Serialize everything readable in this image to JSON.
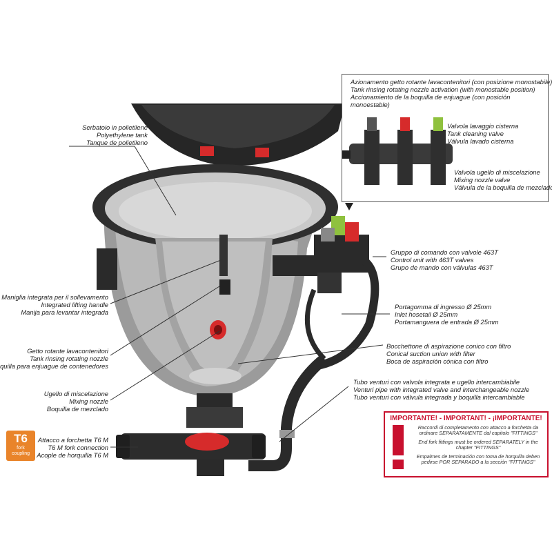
{
  "labels": {
    "tank": [
      "Serbatoio in polietilene",
      "Polyethylene tank",
      "Tanque de polietileno"
    ],
    "nozzle_activation": [
      "Azionamento getto rotante lavacontenitori (con posizione monostabile)",
      "Tank rinsing rotating nozzle activation (with monostable position)",
      "Accionamiento de la boquilla de enjuague (con posición",
      "monoestable)"
    ],
    "tank_cleaning_valve": [
      "Valvola lavaggio cisterna",
      "Tank cleaning valve",
      "Válvula lavado cisterna"
    ],
    "mixing_nozzle_valve": [
      "Valvola ugello di miscelazione",
      "Mixing nozzle valve",
      "Válvula de la boquilla de mezclado"
    ],
    "control_unit": [
      "Gruppo di comando con valvole 463T",
      "Control unit with 463T valves",
      "Grupo de mando con válvulas 463T"
    ],
    "lifting_handle": [
      "Maniglia integrata per il sollevamento",
      "Integrated lifting handle",
      "Manija para levantar integrada"
    ],
    "inlet_hosetail": [
      "Portagomma di ingresso Ø 25mm",
      "Inlet hosetail Ø 25mm",
      "Portamanguera de entrada Ø 25mm"
    ],
    "suction_union": [
      "Bocchettone di aspirazione conico con filtro",
      "Conical suction union with filter",
      "Boca de aspiración cónica con filtro"
    ],
    "rinsing_nozzle": [
      "Getto rotante lavacontenitori",
      "Tank rinsing rotating nozzle",
      "Boquilla para enjuague de contenedores"
    ],
    "venturi_pipe": [
      "Tubo venturi con valvola integrata e ugello intercambiabile",
      "Venturi pipe with integrated valve and interchangeable nozzle",
      "Tubo venturi con válvula integrada y boquilla intercambiable"
    ],
    "mixing_nozzle": [
      "Ugello di miscelazione",
      "Mixing nozzle",
      "Boquilla de mezclado"
    ],
    "fork_connection": [
      "Attacco a forchetta T6 M",
      "T6 M fork connection",
      "Acople de horquilla T6 M"
    ]
  },
  "badge": {
    "big": "T6",
    "line1": "fork",
    "line2": "coupling"
  },
  "important": {
    "title": "IMPORTANTE! - IMPORTANT! - ¡IMPORTANTE!",
    "p1": "Raccordi di completamento con attacco a forchetta da ordinare SEPARATAMENTE dal capitolo \"FITTINGS\"",
    "p2": "End fork fittings must be ordered SEPARATELY in the chapter \"FITTINGS\"",
    "p3": "Empalmes de terminación con toma de horquilla deben pedirse POR SEPARADO a la sección \"FITTINGS\""
  },
  "colors": {
    "accent_red": "#c8102e",
    "badge_orange": "#e9842a",
    "valve_red": "#d62b2b",
    "valve_green": "#8fc13e"
  }
}
